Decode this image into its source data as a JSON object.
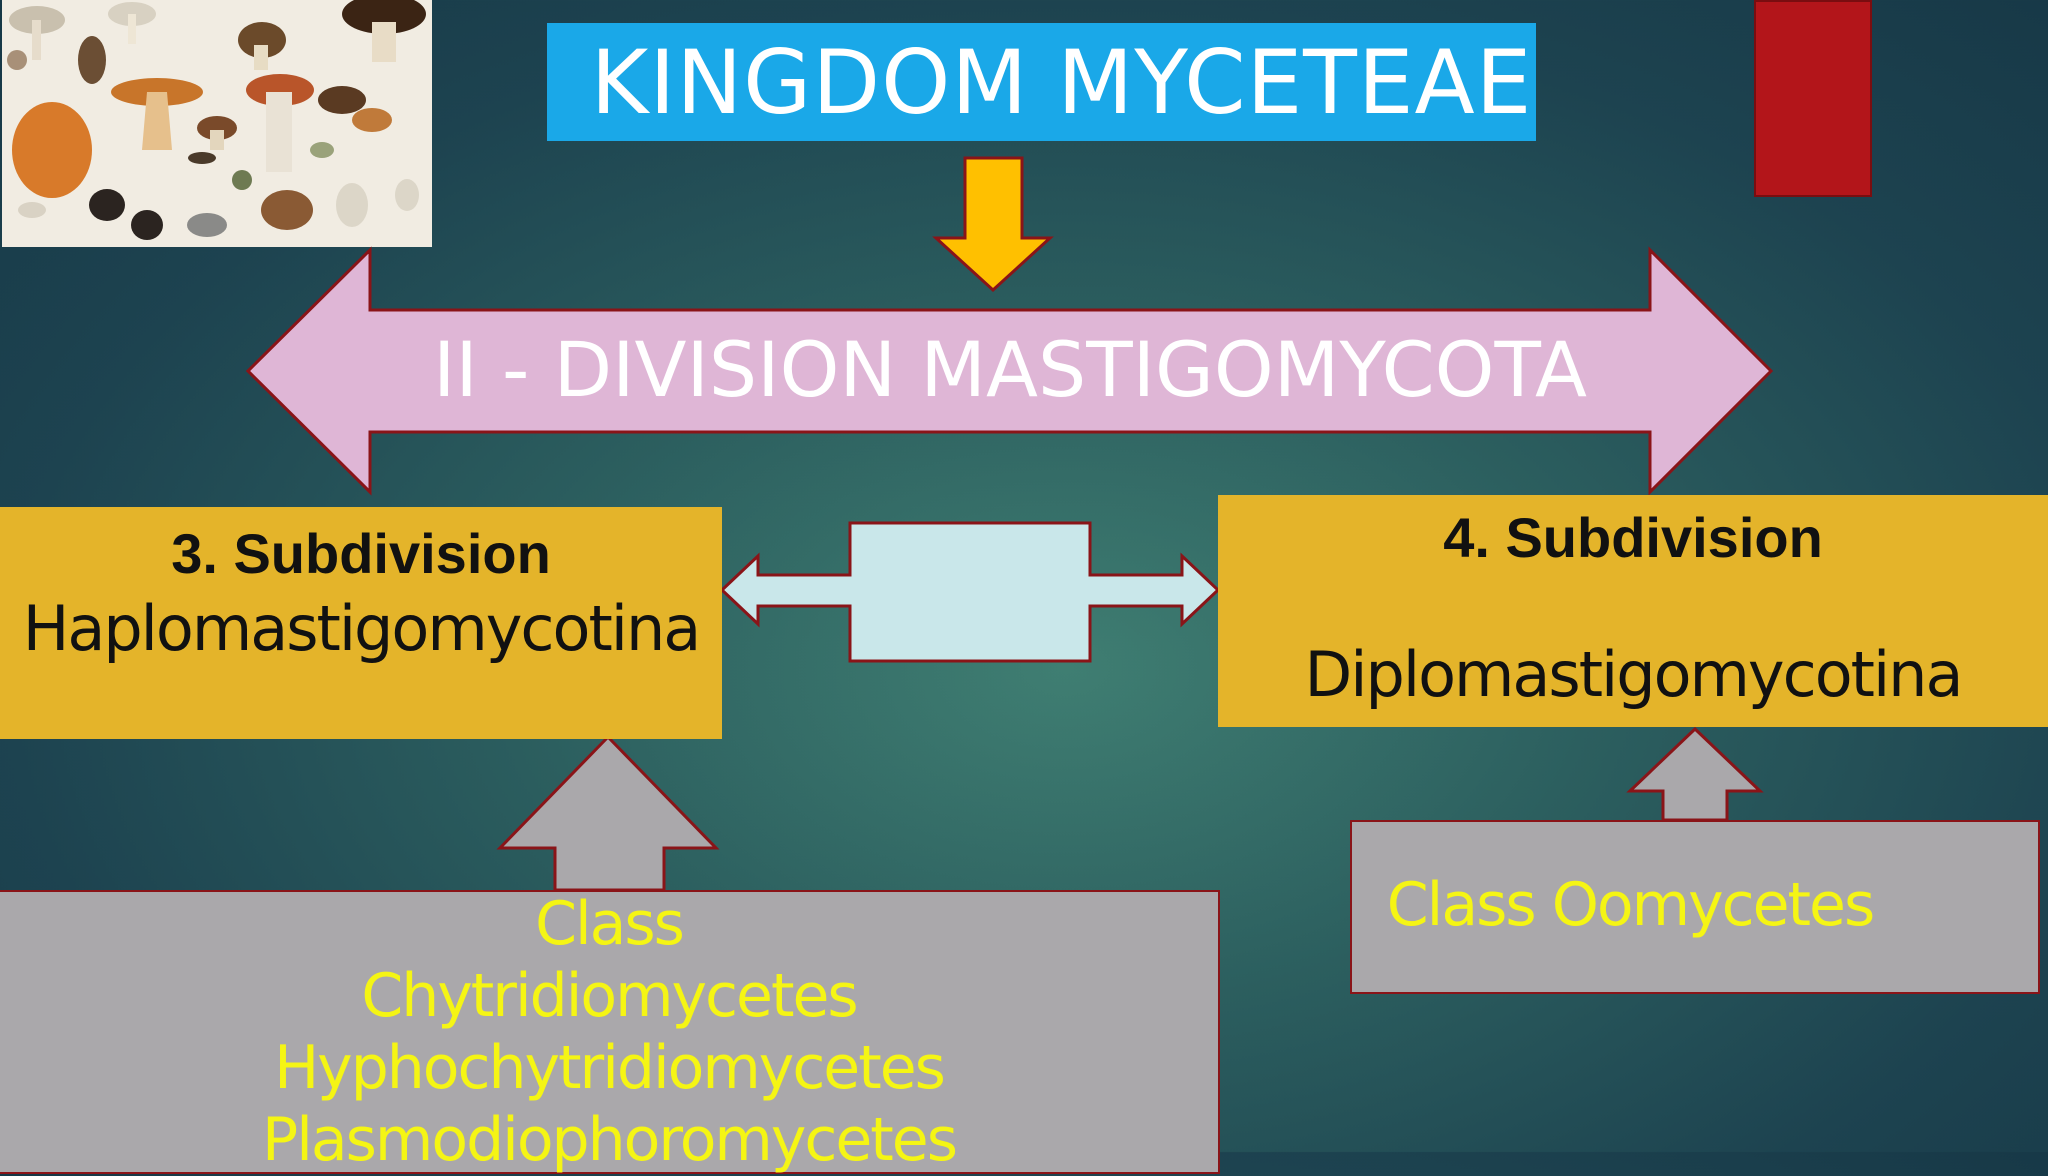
{
  "title": "KINGDOM MYCETEAE",
  "division": "II - DIVISION MASTIGOMYCOTA",
  "subdivision_3": {
    "heading": "3. Subdivision",
    "name": "Haplomastigomycotina"
  },
  "subdivision_4": {
    "heading": "4. Subdivision",
    "name": "Diplomastigomycotina"
  },
  "class_left": [
    "Class",
    "Chytridiomycetes",
    "Hyphochytridiomycetes",
    "Plasmodiophoromycetes"
  ],
  "class_right": "Class Oomycetes",
  "colors": {
    "title_box": "#1aa8e8",
    "division_arrow": "#dfb6d6",
    "subdivision_box": "#e4b42a",
    "class_box": "#aaa8ab",
    "class_text": "#f5f514",
    "down_arrow": "#ffc000",
    "accent_bar": "#b3151a"
  }
}
